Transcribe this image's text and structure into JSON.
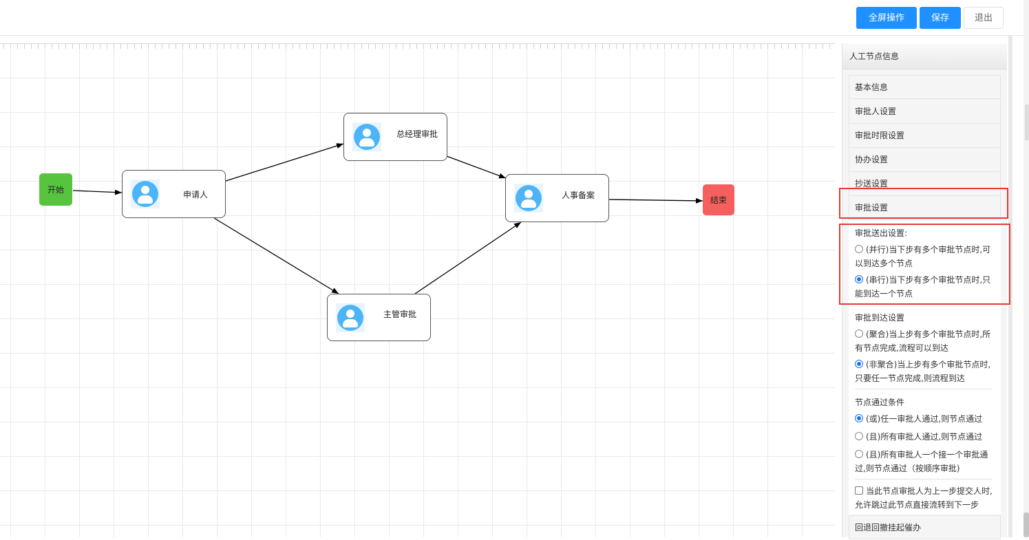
{
  "toolbar": {
    "fullscreen_label": "全屏操作",
    "save_label": "保存",
    "exit_label": "退出"
  },
  "flow": {
    "start_label": "开始",
    "end_label": "结束",
    "nodes": {
      "applicant": "申请人",
      "gm_approval": "总经理审批",
      "supervisor_approval": "主管审批",
      "hr_filing": "人事备案"
    },
    "colors": {
      "start": "#57c43f",
      "end": "#f5605e",
      "avatar": "#4db5f7"
    }
  },
  "panel": {
    "title": "人工节点信息",
    "sections": [
      "基本信息",
      "审批人设置",
      "审批时限设置",
      "协办设置",
      "抄送设置",
      "审批设置"
    ],
    "send_out": {
      "title": "审批送出设置:",
      "parallel": "(并行)当下步有多个审批节点时,可以到达多个节点",
      "serial": "(串行)当下步有多个审批节点时,只能到达一个节点",
      "selected": "serial"
    },
    "arrive": {
      "title": "审批到达设置",
      "merge": "(聚合)当上步有多个审批节点时,所有节点完成,流程可以到达",
      "non_merge": "(非聚合)当上步有多个审批节点时,只要任一节点完成,则流程到达",
      "selected": "non_merge"
    },
    "pass": {
      "title": "节点通过条件",
      "or_any": "(或)任一审批人通过,则节点通过",
      "and_all": "(且)所有审批人通过,则节点通过",
      "and_sequential": "(且)所有审批人一个接一个审批通过,则节点通过（按顺序审批)",
      "selected": "or_any"
    },
    "skip_label": "当此节点审批人为上一步提交人时,允许跳过此节点直接流转到下一步",
    "bottom_section": "回退回撤挂起催办"
  }
}
